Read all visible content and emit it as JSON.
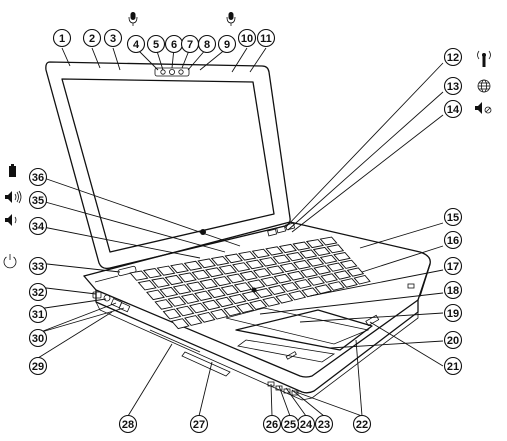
{
  "callouts": [
    {
      "id": 1,
      "label": "1"
    },
    {
      "id": 2,
      "label": "2"
    },
    {
      "id": 3,
      "label": "3"
    },
    {
      "id": 4,
      "label": "4"
    },
    {
      "id": 5,
      "label": "5"
    },
    {
      "id": 6,
      "label": "6"
    },
    {
      "id": 7,
      "label": "7"
    },
    {
      "id": 8,
      "label": "8"
    },
    {
      "id": 9,
      "label": "9"
    },
    {
      "id": 10,
      "label": "10"
    },
    {
      "id": 11,
      "label": "11"
    },
    {
      "id": 12,
      "label": "12"
    },
    {
      "id": 13,
      "label": "13"
    },
    {
      "id": 14,
      "label": "14"
    },
    {
      "id": 15,
      "label": "15"
    },
    {
      "id": 16,
      "label": "16"
    },
    {
      "id": 17,
      "label": "17"
    },
    {
      "id": 18,
      "label": "18"
    },
    {
      "id": 19,
      "label": "19"
    },
    {
      "id": 20,
      "label": "20"
    },
    {
      "id": 21,
      "label": "21"
    },
    {
      "id": 22,
      "label": "22"
    },
    {
      "id": 23,
      "label": "23"
    },
    {
      "id": 24,
      "label": "24"
    },
    {
      "id": 25,
      "label": "25"
    },
    {
      "id": 26,
      "label": "26"
    },
    {
      "id": 27,
      "label": "27"
    },
    {
      "id": 28,
      "label": "28"
    },
    {
      "id": 29,
      "label": "29"
    },
    {
      "id": 30,
      "label": "30"
    },
    {
      "id": 31,
      "label": "31"
    },
    {
      "id": 32,
      "label": "32"
    },
    {
      "id": 33,
      "label": "33"
    },
    {
      "id": 34,
      "label": "34"
    },
    {
      "id": 35,
      "label": "35"
    },
    {
      "id": 36,
      "label": "36"
    }
  ],
  "icons": {
    "mic_left": "microphone-icon",
    "mic_right": "microphone-icon",
    "wireless": "wireless-icon",
    "web": "web-globe-icon",
    "mute": "volume-mute-icon",
    "battery": "battery-icon",
    "volume_up": "volume-up-icon",
    "volume_down": "volume-down-icon",
    "power": "power-icon"
  }
}
